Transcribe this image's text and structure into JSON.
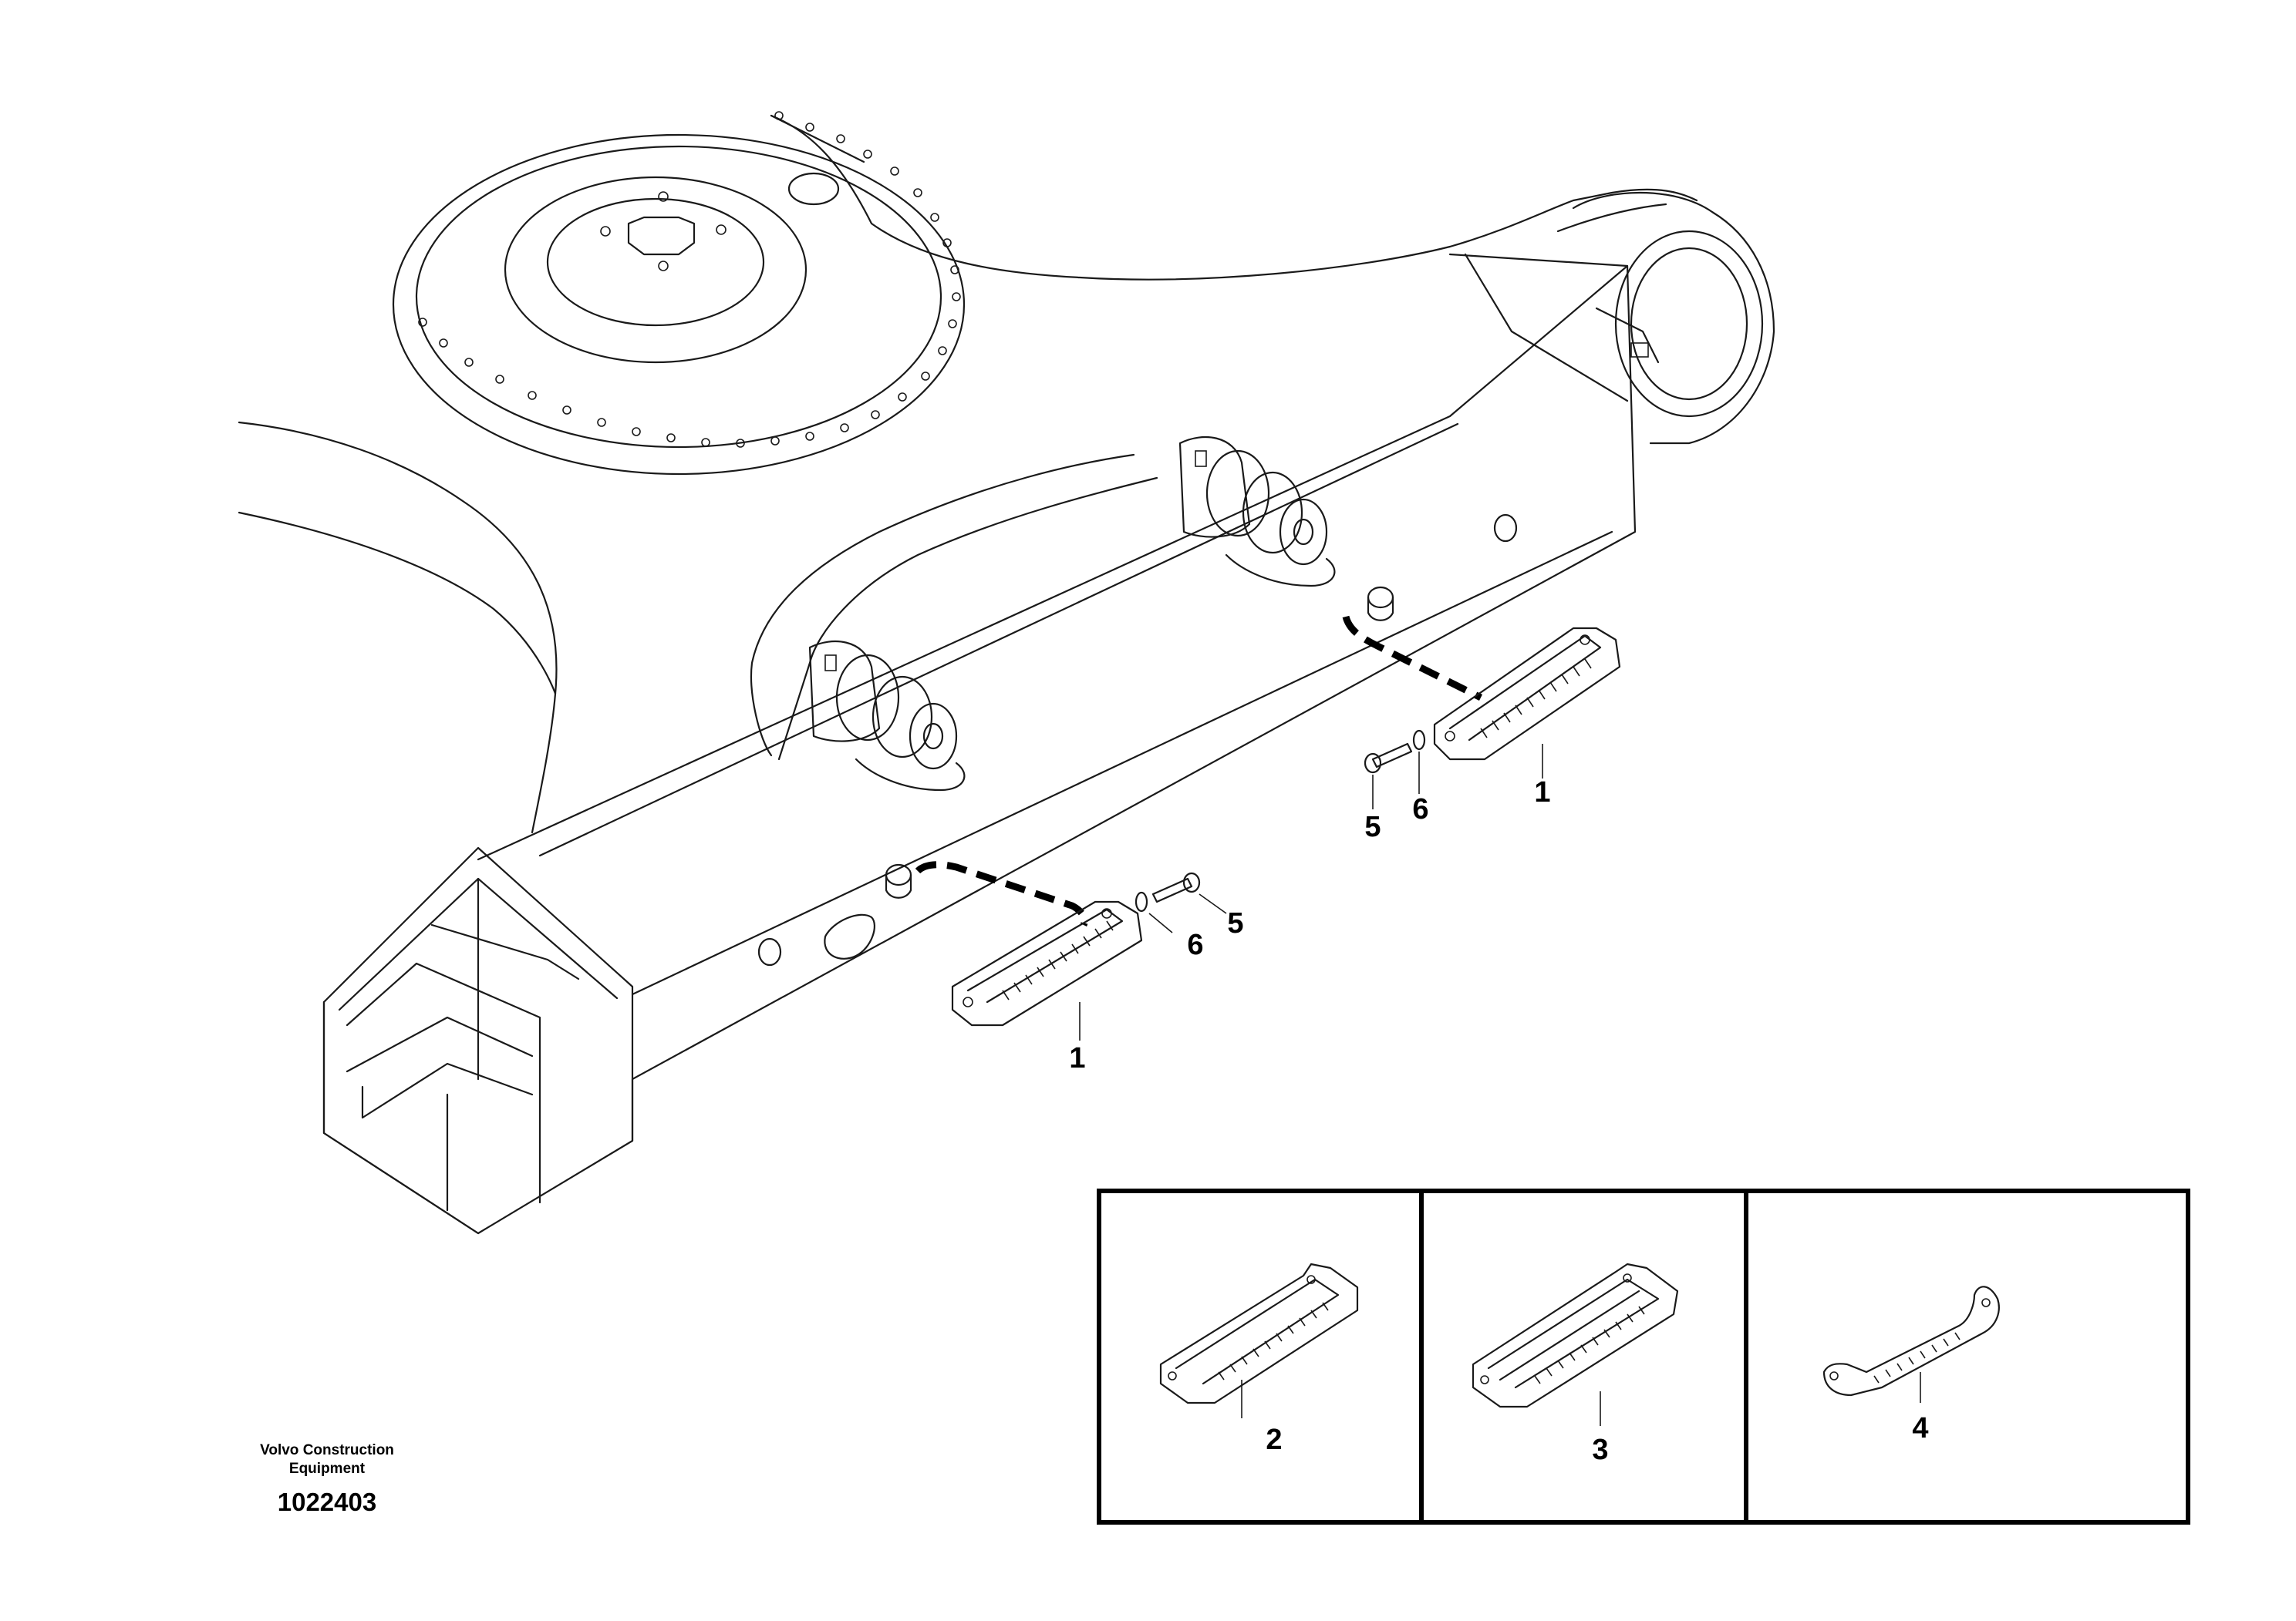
{
  "publisher": {
    "line1": "Volvo Construction",
    "line2": "Equipment"
  },
  "illustration_number": "1022403",
  "callouts": {
    "step_front": "1",
    "step_rear": "1",
    "bolt_front": "5",
    "bolt_rear": "5",
    "washer_front": "6",
    "washer_rear": "6"
  },
  "variants": [
    {
      "label": "2"
    },
    {
      "label": "3"
    },
    {
      "label": "4"
    }
  ]
}
